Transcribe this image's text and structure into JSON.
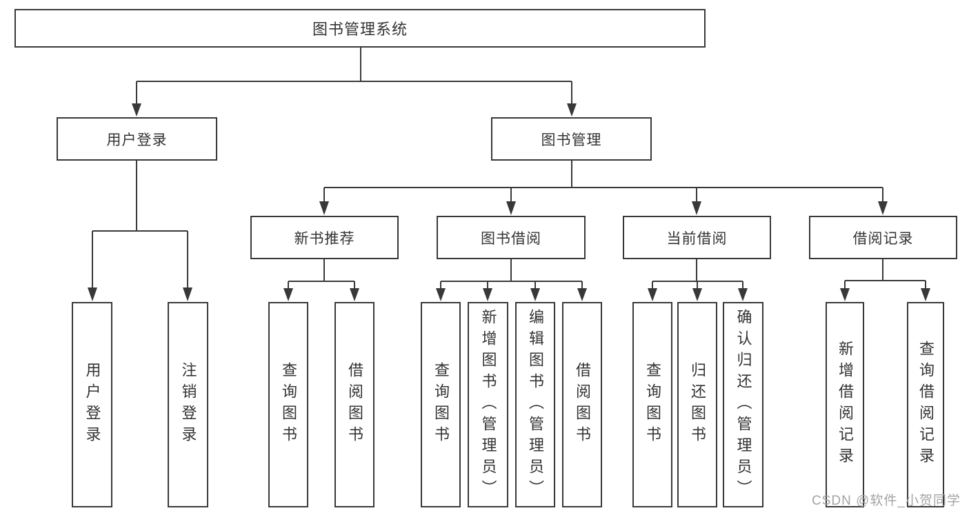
{
  "colors": {
    "line": "#383838",
    "box_border": "#383838",
    "text": "#333333",
    "watermark": "#a3a3a3",
    "background": "#ffffff"
  },
  "watermark": {
    "text": "CSDN @软件_小贺同学"
  },
  "diagram": {
    "type": "hierarchy",
    "root": {
      "label": "图书管理系统"
    },
    "branches": [
      {
        "label": "用户登录",
        "children": [
          {
            "label": "用户登录"
          },
          {
            "label": "注销登录"
          }
        ]
      },
      {
        "label": "图书管理",
        "children": [
          {
            "label": "新书推荐",
            "children": [
              {
                "label": "查询图书"
              },
              {
                "label": "借阅图书"
              }
            ]
          },
          {
            "label": "图书借阅",
            "children": [
              {
                "label": "查询图书"
              },
              {
                "label": "新增图书（管理员）"
              },
              {
                "label": "编辑图书（管理员）"
              },
              {
                "label": "借阅图书"
              }
            ]
          },
          {
            "label": "当前借阅",
            "children": [
              {
                "label": "查询图书"
              },
              {
                "label": "归还图书"
              },
              {
                "label": "确认归还（管理员）"
              }
            ]
          },
          {
            "label": "借阅记录",
            "children": [
              {
                "label": "新增借阅记录"
              },
              {
                "label": "查询借阅记录"
              }
            ]
          }
        ]
      }
    ]
  }
}
